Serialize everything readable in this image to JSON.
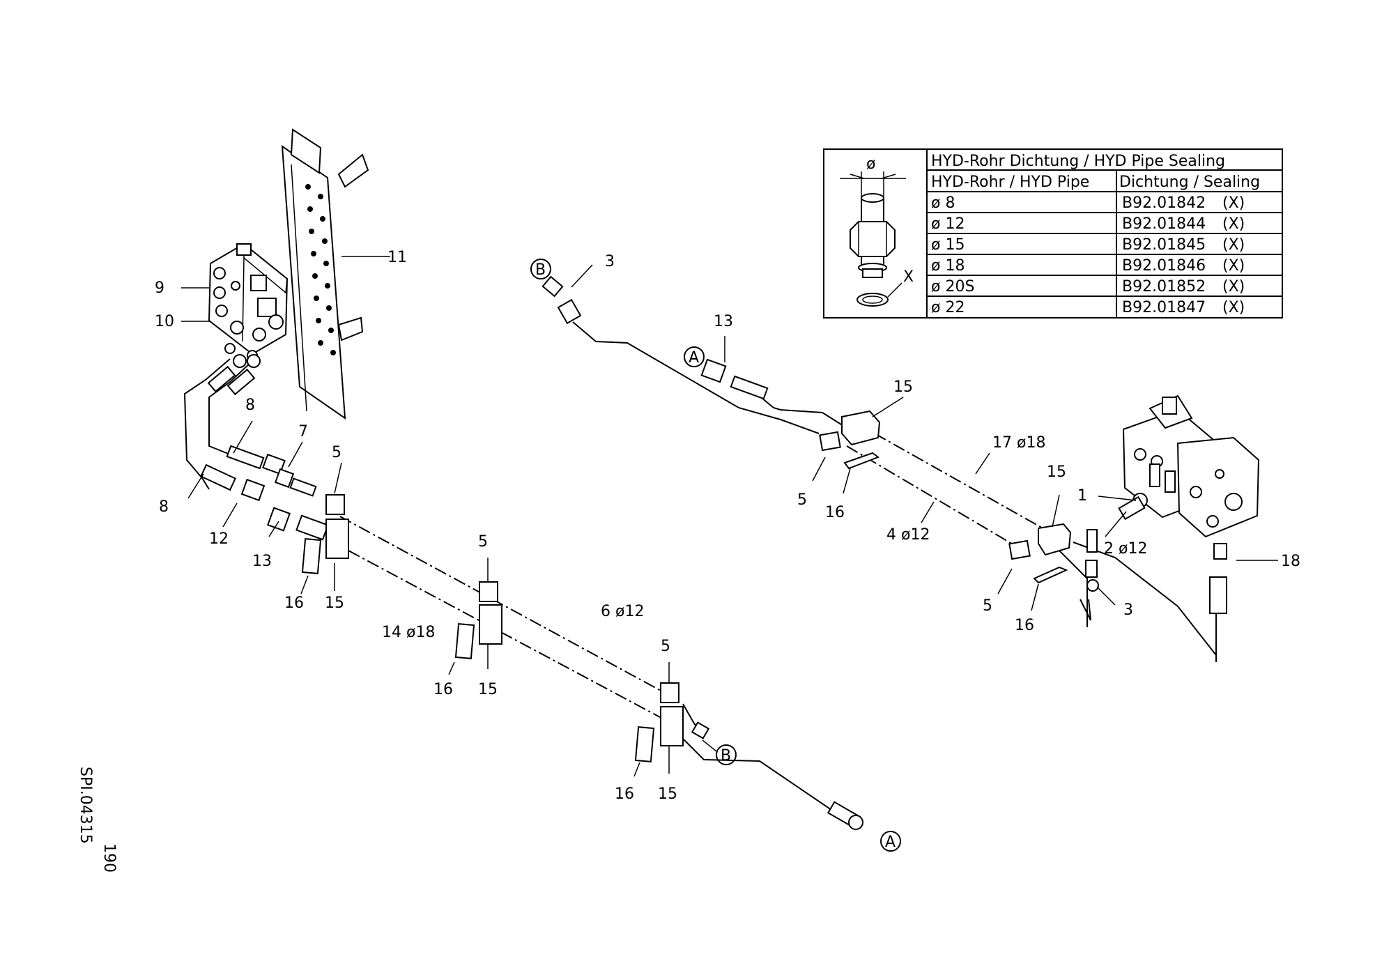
{
  "sheet": {
    "page_number": "190",
    "drawing_code": "SPI.04315"
  },
  "sealing_table": {
    "diameter_symbol": "ø",
    "seal_marker": "X",
    "title": "HYD-Rohr Dichtung / HYD Pipe Sealing",
    "col_pipe": "HYD-Rohr / HYD Pipe",
    "col_seal": "Dichtung / Sealing",
    "rows": [
      {
        "pipe": "ø  8",
        "seal": "B92.01842",
        "mark": "(X)"
      },
      {
        "pipe": "ø  12",
        "seal": "B92.01844",
        "mark": "(X)"
      },
      {
        "pipe": "ø  15",
        "seal": "B92.01845",
        "mark": "(X)"
      },
      {
        "pipe": "ø  18",
        "seal": "B92.01846",
        "mark": "(X)"
      },
      {
        "pipe": "ø  20S",
        "seal": "B92.01852",
        "mark": "(X)"
      },
      {
        "pipe": "ø  22",
        "seal": "B92.01847",
        "mark": "(X)"
      }
    ]
  },
  "connection_markers": {
    "A": "A",
    "B": "B"
  },
  "callouts": {
    "c1": "1",
    "c2": "2  ø12",
    "c3a": "3",
    "c3b": "3",
    "c4": "4  ø12",
    "c5a": "5",
    "c5b": "5",
    "c5c": "5",
    "c5d": "5",
    "c5e": "5",
    "c6": "6  ø12",
    "c7": "7",
    "c8a": "8",
    "c8b": "8",
    "c9": "9",
    "c10": "10",
    "c11": "11",
    "c12": "12",
    "c13a": "13",
    "c13b": "13",
    "c14": "14  ø18",
    "c15a": "15",
    "c15b": "15",
    "c15c": "15",
    "c15d": "15",
    "c15e": "15",
    "c16a": "16",
    "c16b": "16",
    "c16c": "16",
    "c16d": "16",
    "c16e": "16",
    "c17": "17  ø18",
    "c18": "18"
  }
}
